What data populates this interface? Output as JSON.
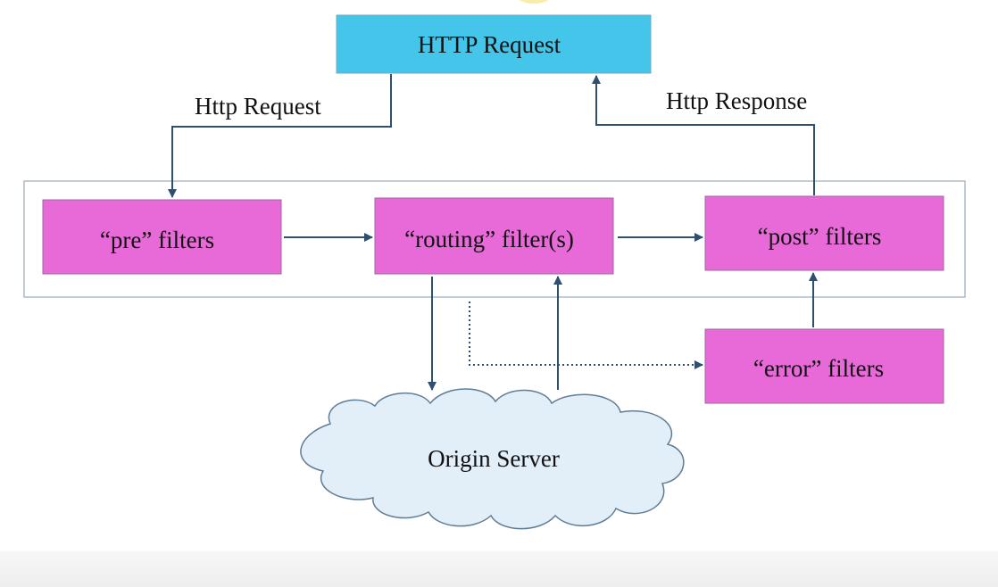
{
  "diagram": {
    "nodes": {
      "http_request": {
        "label": "HTTP Request",
        "fill": "#43c6ea"
      },
      "pre_filters": {
        "label": "“pre” filters",
        "fill": "#e86ad8"
      },
      "routing_filters": {
        "label": "“routing” filter(s)",
        "fill": "#e86ad8"
      },
      "post_filters": {
        "label": "“post” filters",
        "fill": "#e86ad8"
      },
      "error_filters": {
        "label": "“error” filters",
        "fill": "#e86ad8"
      },
      "origin_server": {
        "label": "Origin Server",
        "fill": "#e2eff8"
      }
    },
    "edge_labels": {
      "http_request": "Http Request",
      "http_response": "Http Response"
    },
    "edge_color": "#2f4f6f",
    "container_border_color": "#9aa9b4"
  }
}
